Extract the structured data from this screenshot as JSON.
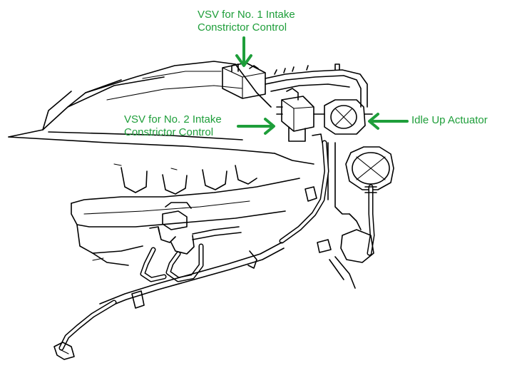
{
  "accent_color": "#1e9e3a",
  "callouts": {
    "vsv1": {
      "lines": [
        "VSV for No. 1 Intake",
        "Constrictor Control"
      ]
    },
    "vsv2": {
      "lines": [
        "VSV for No. 2 Intake",
        "Constrictor Control"
      ]
    },
    "idle": {
      "lines": [
        "Idle Up Actuator"
      ]
    }
  }
}
